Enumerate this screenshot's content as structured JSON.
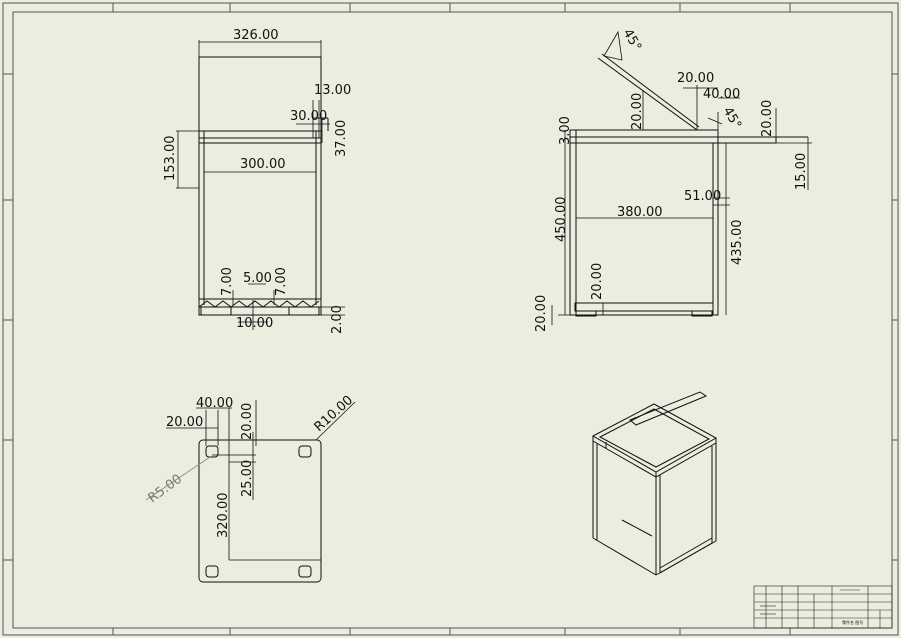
{
  "front_view": {
    "dims": {
      "w326": "326.00",
      "d13": "13.00",
      "d30": "30.00",
      "d37": "37.00",
      "d153": "153.00",
      "w300": "300.00",
      "d7a": "7.00",
      "d5": "5.00",
      "d7b": "7.00",
      "d10": "10.00",
      "d2": "2.00"
    }
  },
  "side_view": {
    "dims": {
      "angle_top": "45°",
      "d20a": "20.00",
      "d20b": "20.00",
      "d40": "40.00",
      "angle_small": "45°",
      "d20c": "20.00",
      "d3": "3.00",
      "d15": "15.00",
      "d51": "51.00",
      "w380": "380.00",
      "h450": "450.00",
      "h435": "435.00",
      "d20d": "20.00",
      "d20e": "20.00"
    }
  },
  "bottom_view": {
    "dims": {
      "d40": "40.00",
      "d20a": "20.00",
      "d20b": "20.00",
      "r10": "R10.00",
      "r5": "R5.00",
      "d25": "25.00",
      "h320": "320.00"
    }
  },
  "title_block": {
    "text": "零件名 图号"
  },
  "colors": {
    "paper": "#ececdf",
    "line": "#111111",
    "grey_leader": "#888888"
  }
}
